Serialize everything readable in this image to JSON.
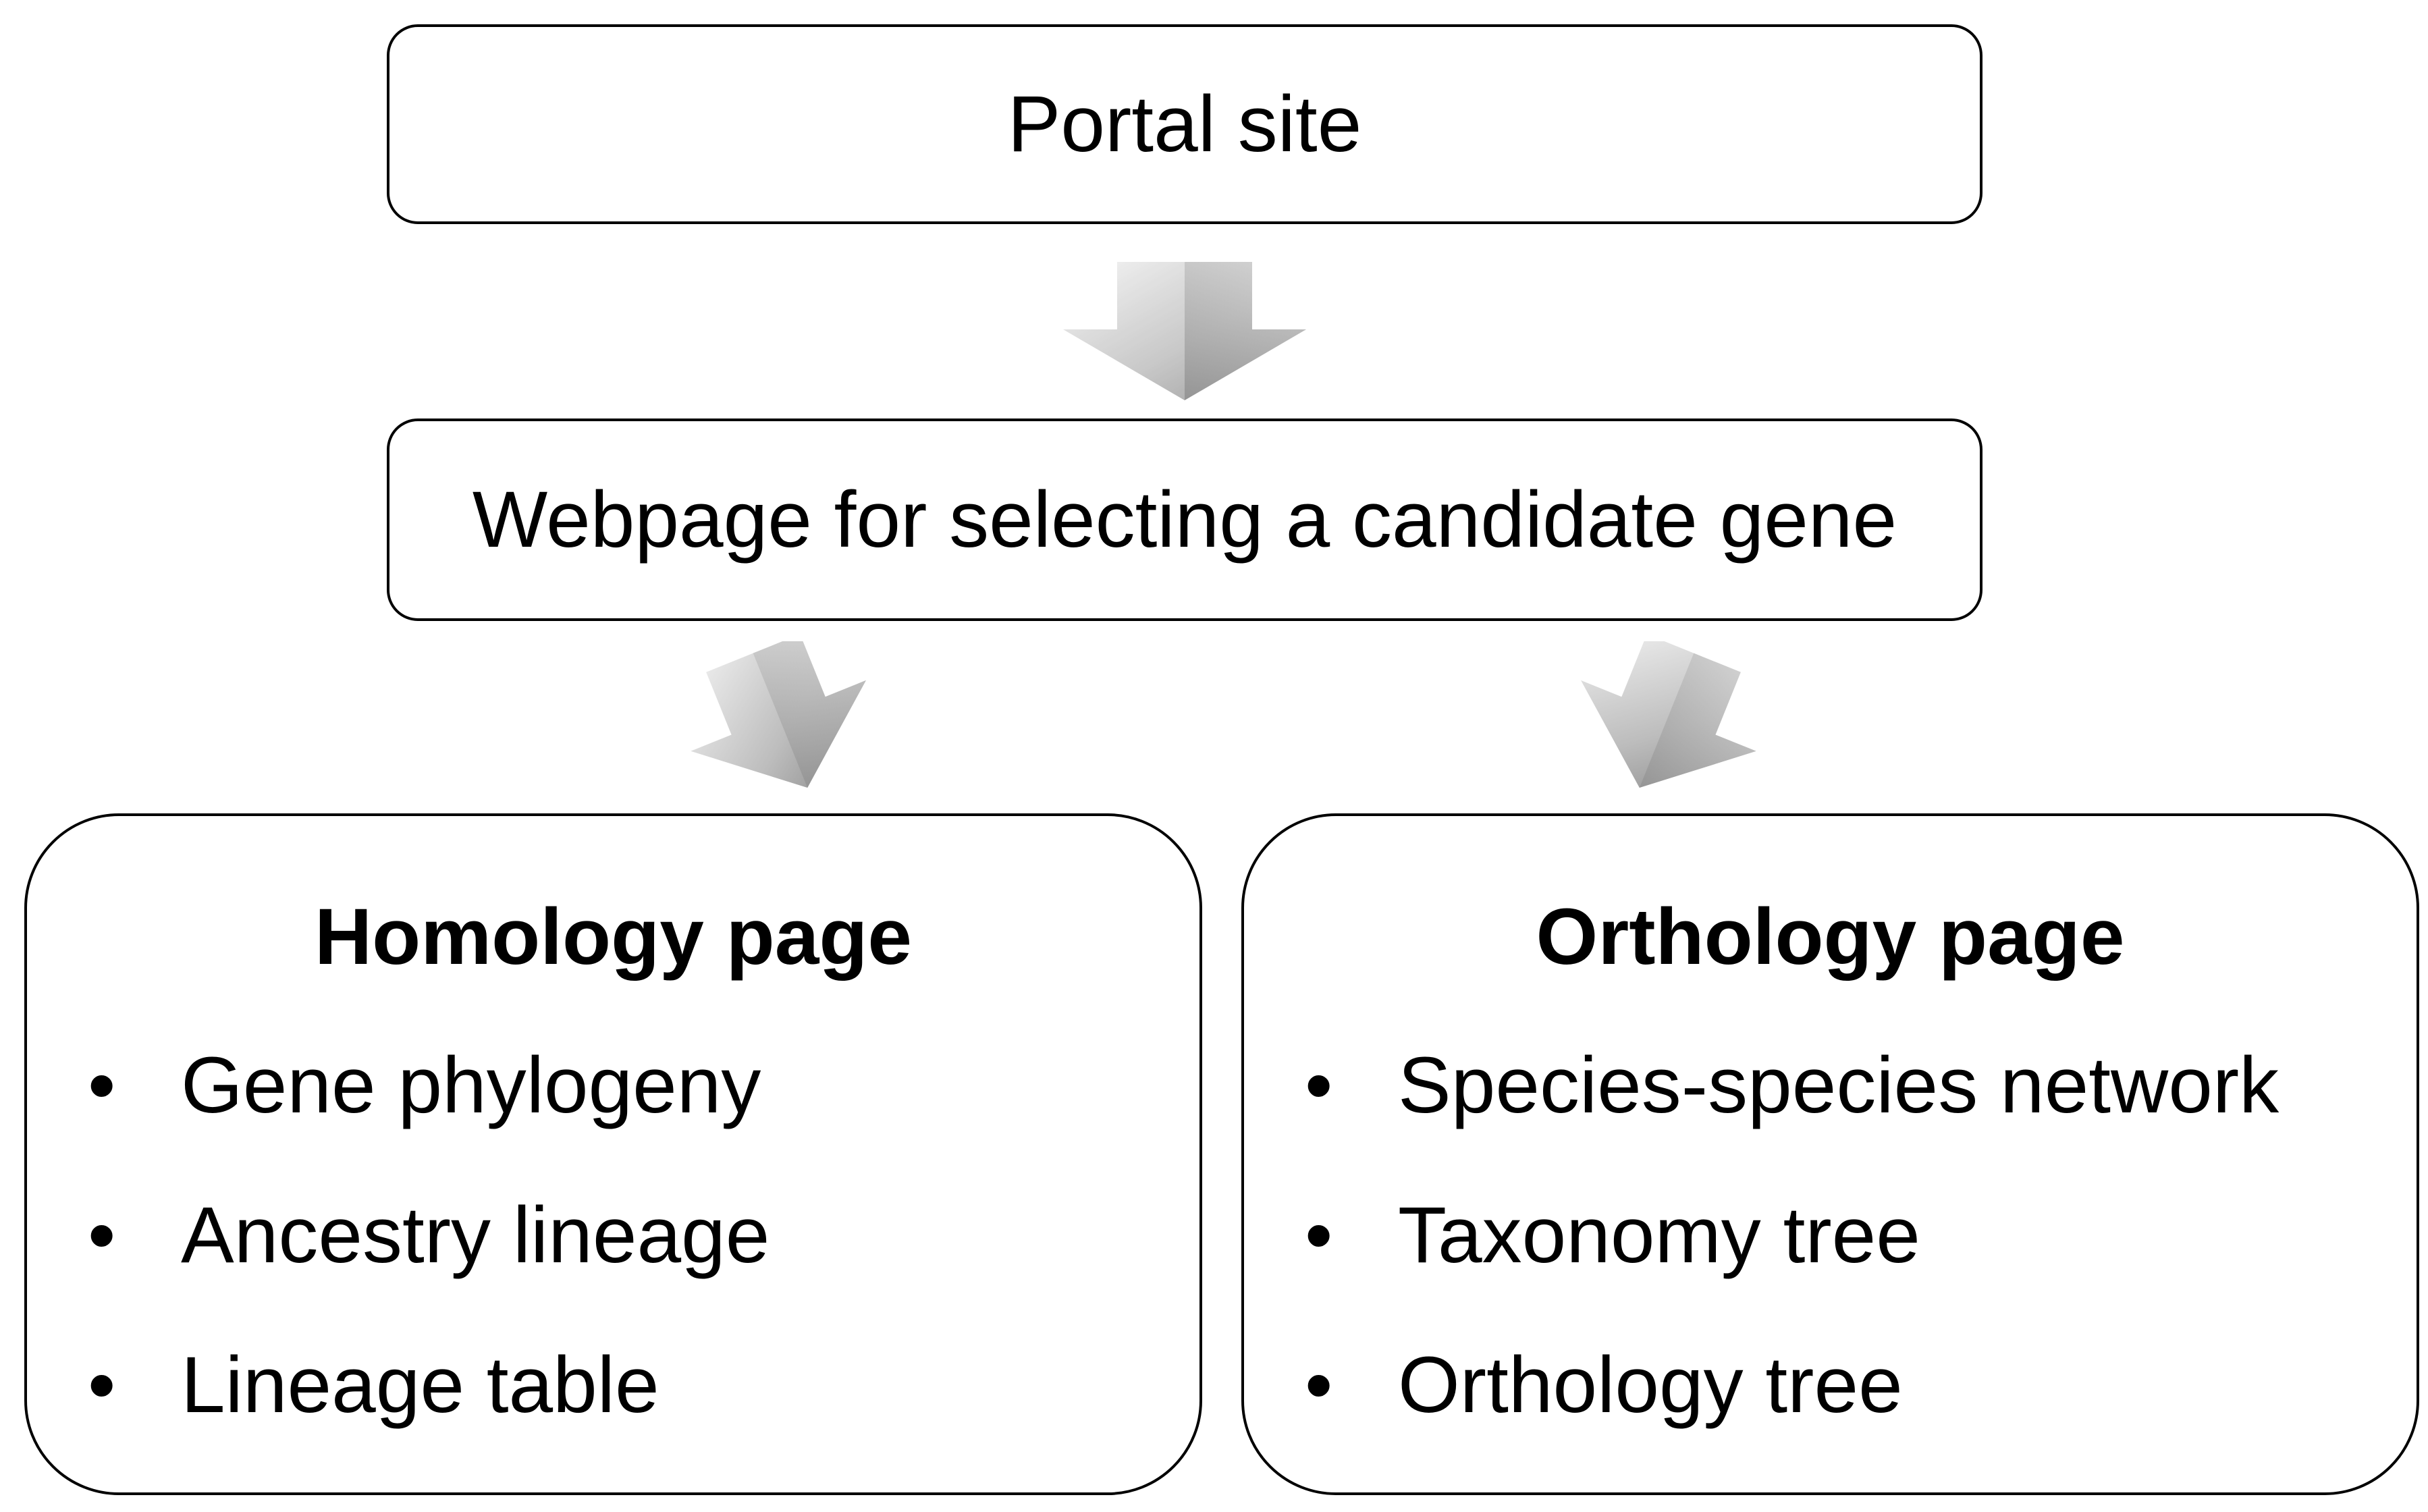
{
  "diagram": {
    "portal": {
      "label": "Portal site"
    },
    "candidate": {
      "label": "Webpage for selecting a candidate gene"
    },
    "homology": {
      "title": "Homology page",
      "bullet": "•",
      "items": [
        "Gene phylogeny",
        "Ancestry lineage",
        "Lineage table"
      ]
    },
    "orthology": {
      "title": "Orthology page",
      "bullet": "•",
      "items": [
        "Species-species network",
        "Taxonomy tree",
        "Orthology tree"
      ]
    },
    "edges": [
      {
        "from": "Portal site",
        "to": "Webpage for selecting a candidate gene"
      },
      {
        "from": "Webpage for selecting a candidate gene",
        "to": "Homology page"
      },
      {
        "from": "Webpage for selecting a candidate gene",
        "to": "Orthology page"
      }
    ],
    "colors": {
      "border": "#000000",
      "arrow_light": "#f2f2f2",
      "arrow_mid": "#b4b4b4",
      "arrow_dark": "#7c7c7c"
    }
  }
}
